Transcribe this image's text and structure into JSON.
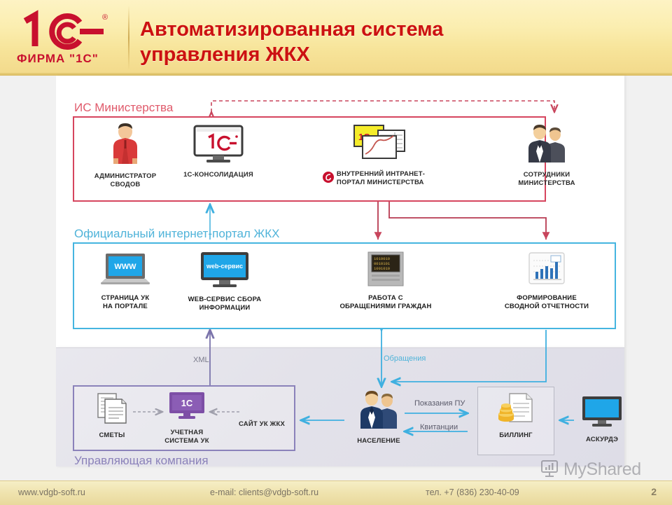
{
  "header": {
    "logo_text": "ФИРМА \"1С\"",
    "logo_mark": "1c-logo-icon",
    "registered_mark": "®",
    "title_line1": "Автоматизированная система",
    "title_line2": "управления ЖКХ",
    "accent_color": "#cc1111",
    "background_color": "#f7e49a"
  },
  "diagram": {
    "sections": [
      {
        "id": "ministry",
        "title": "ИС Министерства",
        "color": "#d6455e",
        "title_color": "#e05a6b"
      },
      {
        "id": "portal",
        "title": "Официальный интернет-портал ЖКХ",
        "color": "#45b5e0",
        "title_color": "#4fb3d9"
      },
      {
        "id": "company",
        "title": "Управляющая компания",
        "color": "#8b82ba",
        "title_color": "#8b82ba"
      }
    ],
    "ministry_nodes": [
      {
        "id": "admin",
        "label": "АДМИНИСТРАТОР\nСВОДОВ",
        "icon": "person-red-icon"
      },
      {
        "id": "consolidation",
        "label": "1С-КОНСОЛИДАЦИЯ",
        "icon": "monitor-1c-icon"
      },
      {
        "id": "intranet",
        "label": "ВНУТРЕННИЙ ИНТРАНЕТ-\nПОРТАЛ МИНИСТЕРСТВА",
        "icon": "windows-charts-icon",
        "bullet_icon": "bitrix-swirl-icon"
      },
      {
        "id": "employees",
        "label": "СОТРУДНИКИ\nМИНИСТЕРСТВА",
        "icon": "two-people-suits-icon"
      }
    ],
    "portal_nodes": [
      {
        "id": "uk-page",
        "label": "СТРАНИЦА УК\nНА ПОРТАЛЕ",
        "icon": "laptop-www-icon",
        "screen_text": "WWW"
      },
      {
        "id": "webservice",
        "label": "WEB-СЕРВИС СБОРА\nИНФОРМАЦИИ",
        "icon": "monitor-web-icon",
        "screen_text": "web-сервис"
      },
      {
        "id": "appeals",
        "label": "РАБОТА С\nОБРАЩЕНИЯМИ ГРАЖДАН",
        "icon": "terminal-binary-icon",
        "screen_text": "1010010\n0010101\n1001010"
      },
      {
        "id": "reporting",
        "label": "ФОРМИРОВАНИЕ\nСВОДНОЙ ОТЧЕТНОСТИ",
        "icon": "bar-chart-doc-icon"
      }
    ],
    "company_nodes": [
      {
        "id": "estimates",
        "label": "СМЕТЫ",
        "icon": "documents-stack-icon"
      },
      {
        "id": "uk-system",
        "label": "УЧЕТНАЯ\nСИСТЕМА УК",
        "icon": "monitor-1c-purple-icon",
        "screen_text": "1С"
      },
      {
        "id": "uk-site",
        "label": "САЙТ УК ЖКХ",
        "icon": ""
      }
    ],
    "bottom_nodes": [
      {
        "id": "population",
        "label": "НАСЕЛЕНИЕ",
        "icon": "two-people-suits-icon"
      },
      {
        "id": "billing",
        "label": "БИЛЛИНГ",
        "icon": "invoice-coins-icon"
      },
      {
        "id": "askurde",
        "label": "АСКУРДЭ",
        "icon": "monitor-blue-icon"
      }
    ],
    "edge_labels": [
      {
        "id": "xml",
        "text": "XML",
        "color": "#7b7b8c"
      },
      {
        "id": "appeals",
        "text": "Обращения",
        "color": "#4fb3d9"
      },
      {
        "id": "meters",
        "text": "Показания ПУ",
        "color": "#5a5a6a"
      },
      {
        "id": "receipts",
        "text": "Квитанции",
        "color": "#5a5a6a"
      }
    ]
  },
  "watermark": {
    "text": "MyShared",
    "icon": "presentation-chart-icon"
  },
  "footer": {
    "site": "www.vdgb-soft.ru",
    "email": "e-mail: clients@vdgb-soft.ru",
    "phone": "тел. +7 (836) 230-40-09",
    "page_number": "2"
  }
}
